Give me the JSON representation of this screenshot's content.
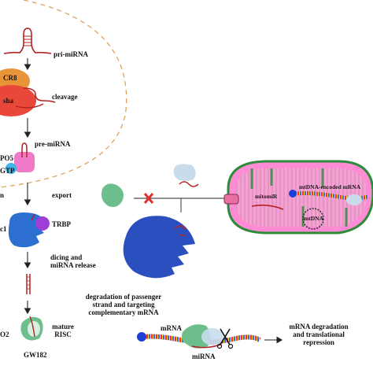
{
  "labels": {
    "pri_mirna": "pri-miRNA",
    "cleavage": "cleavage",
    "dgcr8": "CR8",
    "drosha": "sha",
    "pre_mirna": "pre-miRNA",
    "xpo5": "PO5",
    "rangtp": "GTP",
    "export_left": "n",
    "export": "export",
    "dicer": "c1",
    "trbp": "TRBP",
    "dicing": "dicing and miRNA release",
    "ago2": "O2",
    "gw182": "GW182",
    "mature_risc": "mature RISC",
    "degradation_targeting": "degradation of passenger strand and targeting complementary mRNA",
    "mrna": "mRNA",
    "mirna": "miRNA",
    "mrna_degradation": "mRNA degradation and translational repression",
    "mitomir": "mitomiR",
    "mtdna_mrna": "mtDNA-encoded mRNA",
    "mtdna": "mtDNA"
  },
  "colors": {
    "nucleus_border": "#e0a060",
    "mito_outer": "#2e8b3a",
    "mito_fill": "#5cb85c",
    "mito_matrix": "#ff7fd0",
    "rna": "#b22222",
    "dicer_blue": "#2c6fd1",
    "inhibit": "#e03030"
  }
}
